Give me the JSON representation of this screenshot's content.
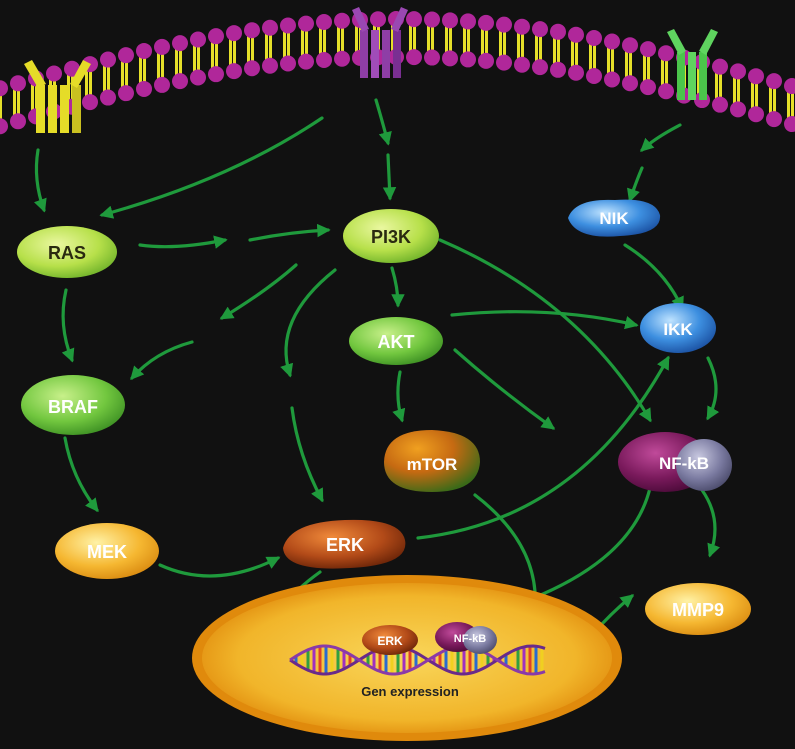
{
  "colors": {
    "background": "#111111",
    "arrow": "#1f9a3c",
    "membrane_head": "#b0279a",
    "membrane_tail": "#e6e02a",
    "nucleus_outer": "#e39a10",
    "nucleus_inner": "#f4c231",
    "receptor_left": "#e5dc28",
    "receptor_mid": "#8e3ea6",
    "receptor_right": "#4bc54b"
  },
  "nodes": {
    "ras": "RAS",
    "pi3k": "PI3K",
    "nik": "NIK",
    "akt": "AKT",
    "ikk": "IKK",
    "braf": "BRAF",
    "mtor": "mTOR",
    "nfkb": "NF-kB",
    "mek": "MEK",
    "erk": "ERK",
    "mmp9": "MMP9"
  },
  "nucleus": {
    "erk": "ERK",
    "nfkb": "NF-kB",
    "gene_expression": "Gen expression"
  }
}
